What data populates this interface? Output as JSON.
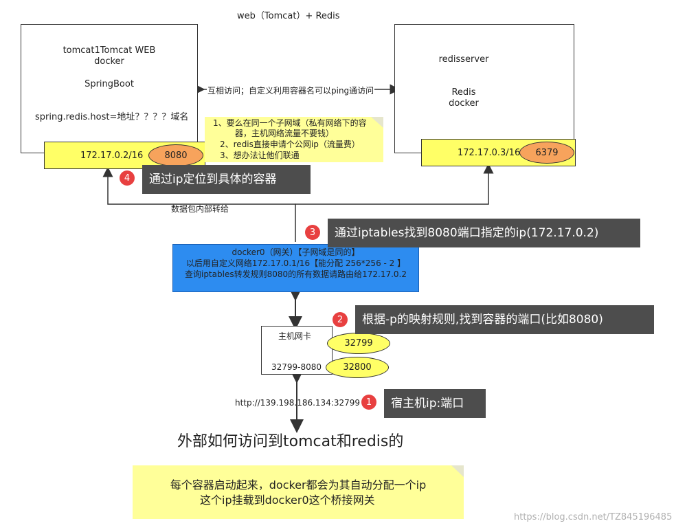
{
  "title": "web（Tomcat）+ Redis",
  "tomcat_box": {
    "line1": "tomcat1Tomcat WEB",
    "line2": "docker",
    "line3": "SpringBoot",
    "line4": "spring.redis.host=地址？？？？域名",
    "ip": "172.17.0.2/16",
    "port": "8080"
  },
  "redis_box": {
    "line1": "redisserver",
    "line2": "Redis",
    "line3": "docker",
    "ip": "172.17.0.3/16",
    "port": "6379"
  },
  "mutual_access_label": "互相访问；自定义利用容器名可以ping通访问",
  "middle_note": {
    "line1": "1、要么在同一个子网域（私有网络下的容",
    "line2": "器，主机网络流量不要钱）",
    "line3": "2、redis直接申请个公网ip（流量费）",
    "line4": "3、想办法让他们联通"
  },
  "internal_forward_label": "数据包内部转给",
  "docker0": {
    "line1": "docker0（网关）【子网域是同的】",
    "line2": "以后用自定义网络172.17.0.1/16【能分配 256*256 - 2 】",
    "line3": "查询iptables转发规则8080的所有数据请路由给172.17.0.2"
  },
  "nic": {
    "title": "主机网卡",
    "mapping": "32799-8080",
    "port_a": "32799",
    "port_b": "32800"
  },
  "url_label": "http://139.198.186.134:32799",
  "callouts": [
    {
      "num": "1",
      "text": "宿主机ip:端口"
    },
    {
      "num": "2",
      "text": "根据-p的映射规则,找到容器的端口(比如8080)"
    },
    {
      "num": "3",
      "text": "通过iptables找到8080端口指定的ip(172.17.0.2)"
    },
    {
      "num": "4",
      "text": "通过ip定位到具体的容器"
    }
  ],
  "heading": "外部如何访问到tomcat和redis的",
  "bottom_note": {
    "line1": "每个容器启动起来，docker都会为其自动分配一个ip",
    "line2": "这个ip挂载到docker0这个桥接网关"
  },
  "watermark": "https://blog.csdn.net/TZ845196485",
  "colors": {
    "docker0_fill": "#2d8cf0",
    "ip_bar": "#ffff66",
    "port_oval": "#f7a35c",
    "note_bg": "#ffff99",
    "callout_bg": "#4d4d4d",
    "badge": "#e84040"
  }
}
